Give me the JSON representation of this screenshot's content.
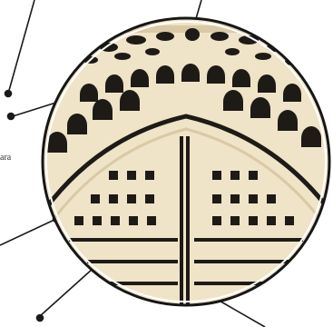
{
  "figure": {
    "partial_label": "ara"
  },
  "colors": {
    "background": "#ffffff",
    "lattice_fill": "#efe3c8",
    "lattice_shadow": "#d9c9a6",
    "hole": "#1e1a16",
    "outline": "#161616",
    "leader": "#1a1a1a"
  },
  "icons": {
    "leader_dot": "filled-circle",
    "frame": "circle-magnifier"
  }
}
